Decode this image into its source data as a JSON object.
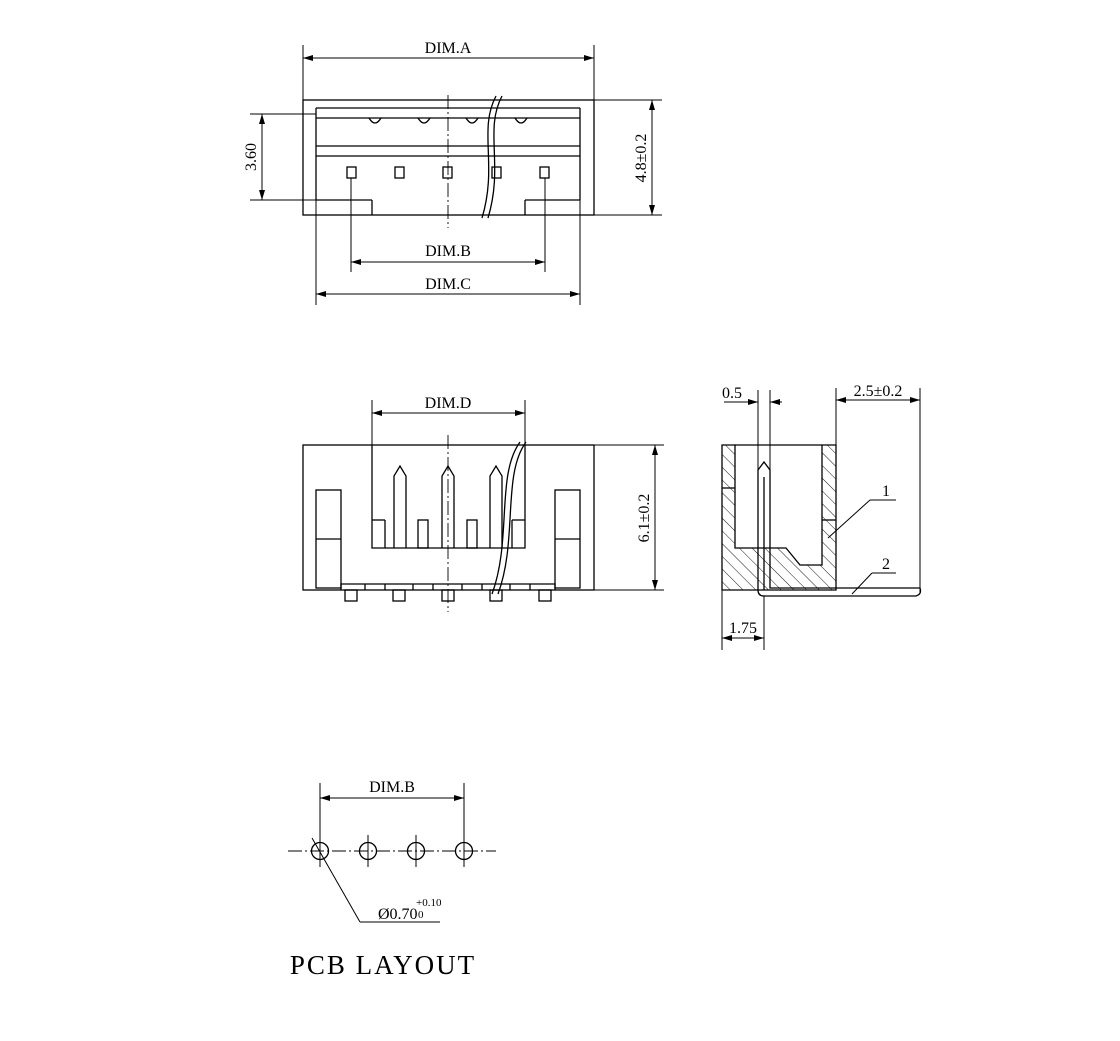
{
  "top_view": {
    "dim_a": "DIM.A",
    "dim_b": "DIM.B",
    "dim_c": "DIM.C",
    "height_left": "3.60",
    "height_right": "4.8±0.2"
  },
  "front_view": {
    "dim_d": "DIM.D",
    "height": "6.1±0.2"
  },
  "side_view": {
    "pin_width": "0.5",
    "depth": "2.5±0.2",
    "offset": "1.75",
    "callout_1": "1",
    "callout_2": "2"
  },
  "pcb_layout": {
    "pitch": "DIM.B",
    "hole_dia": "Ø0.70",
    "tol_upper": "+0.10",
    "tol_lower": "0",
    "title": "PCB LAYOUT"
  }
}
